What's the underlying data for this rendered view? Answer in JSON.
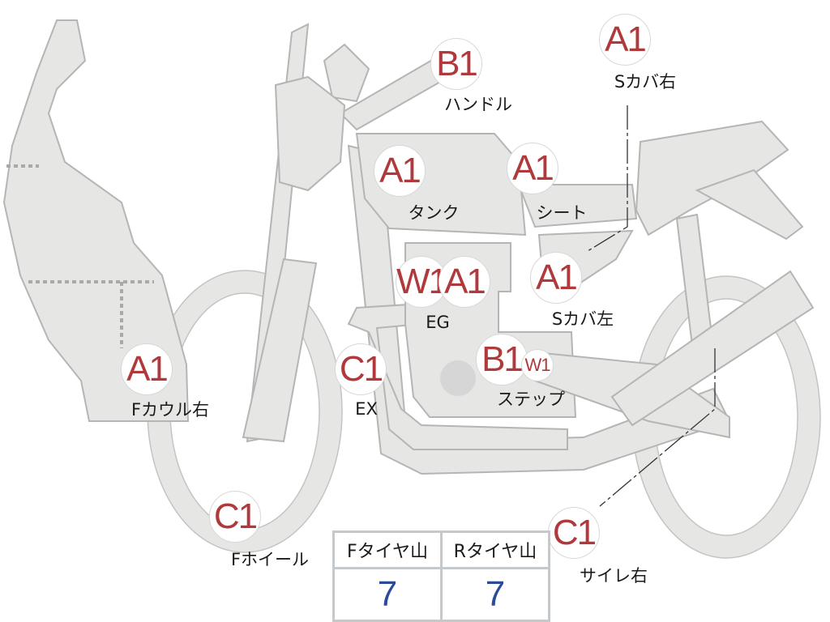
{
  "colors": {
    "part_fill": "#e6e6e4",
    "part_stroke": "#b5b5b5",
    "grade_text": "#b0393c",
    "value_text": "#2a4a9a"
  },
  "parts": [
    {
      "id": "handle",
      "grade": "B1",
      "label": "ハンドル"
    },
    {
      "id": "side-cover-right",
      "grade": "A1",
      "label": "Sカバ右"
    },
    {
      "id": "tank",
      "grade": "A1",
      "label": "タンク"
    },
    {
      "id": "seat",
      "grade": "A1",
      "label": "シート"
    },
    {
      "id": "engine",
      "grades": [
        "W1",
        "A1"
      ],
      "label": "EG"
    },
    {
      "id": "side-cover-left",
      "grade": "A1",
      "label": "Sカバ左"
    },
    {
      "id": "exhaust",
      "grade": "C1",
      "label": "EX"
    },
    {
      "id": "front-cowl-right",
      "grade": "A1",
      "label": "Fカウル右"
    },
    {
      "id": "step",
      "grades": [
        "B1",
        "W1"
      ],
      "label": "ステップ"
    },
    {
      "id": "front-wheel",
      "grade": "C1",
      "label": "Fホイール"
    },
    {
      "id": "silencer-right",
      "grade": "C1",
      "label": "サイレ右"
    }
  ],
  "tire_table": {
    "headers": [
      "Fタイヤ山",
      "Rタイヤ山"
    ],
    "values": [
      "7",
      "7"
    ]
  }
}
